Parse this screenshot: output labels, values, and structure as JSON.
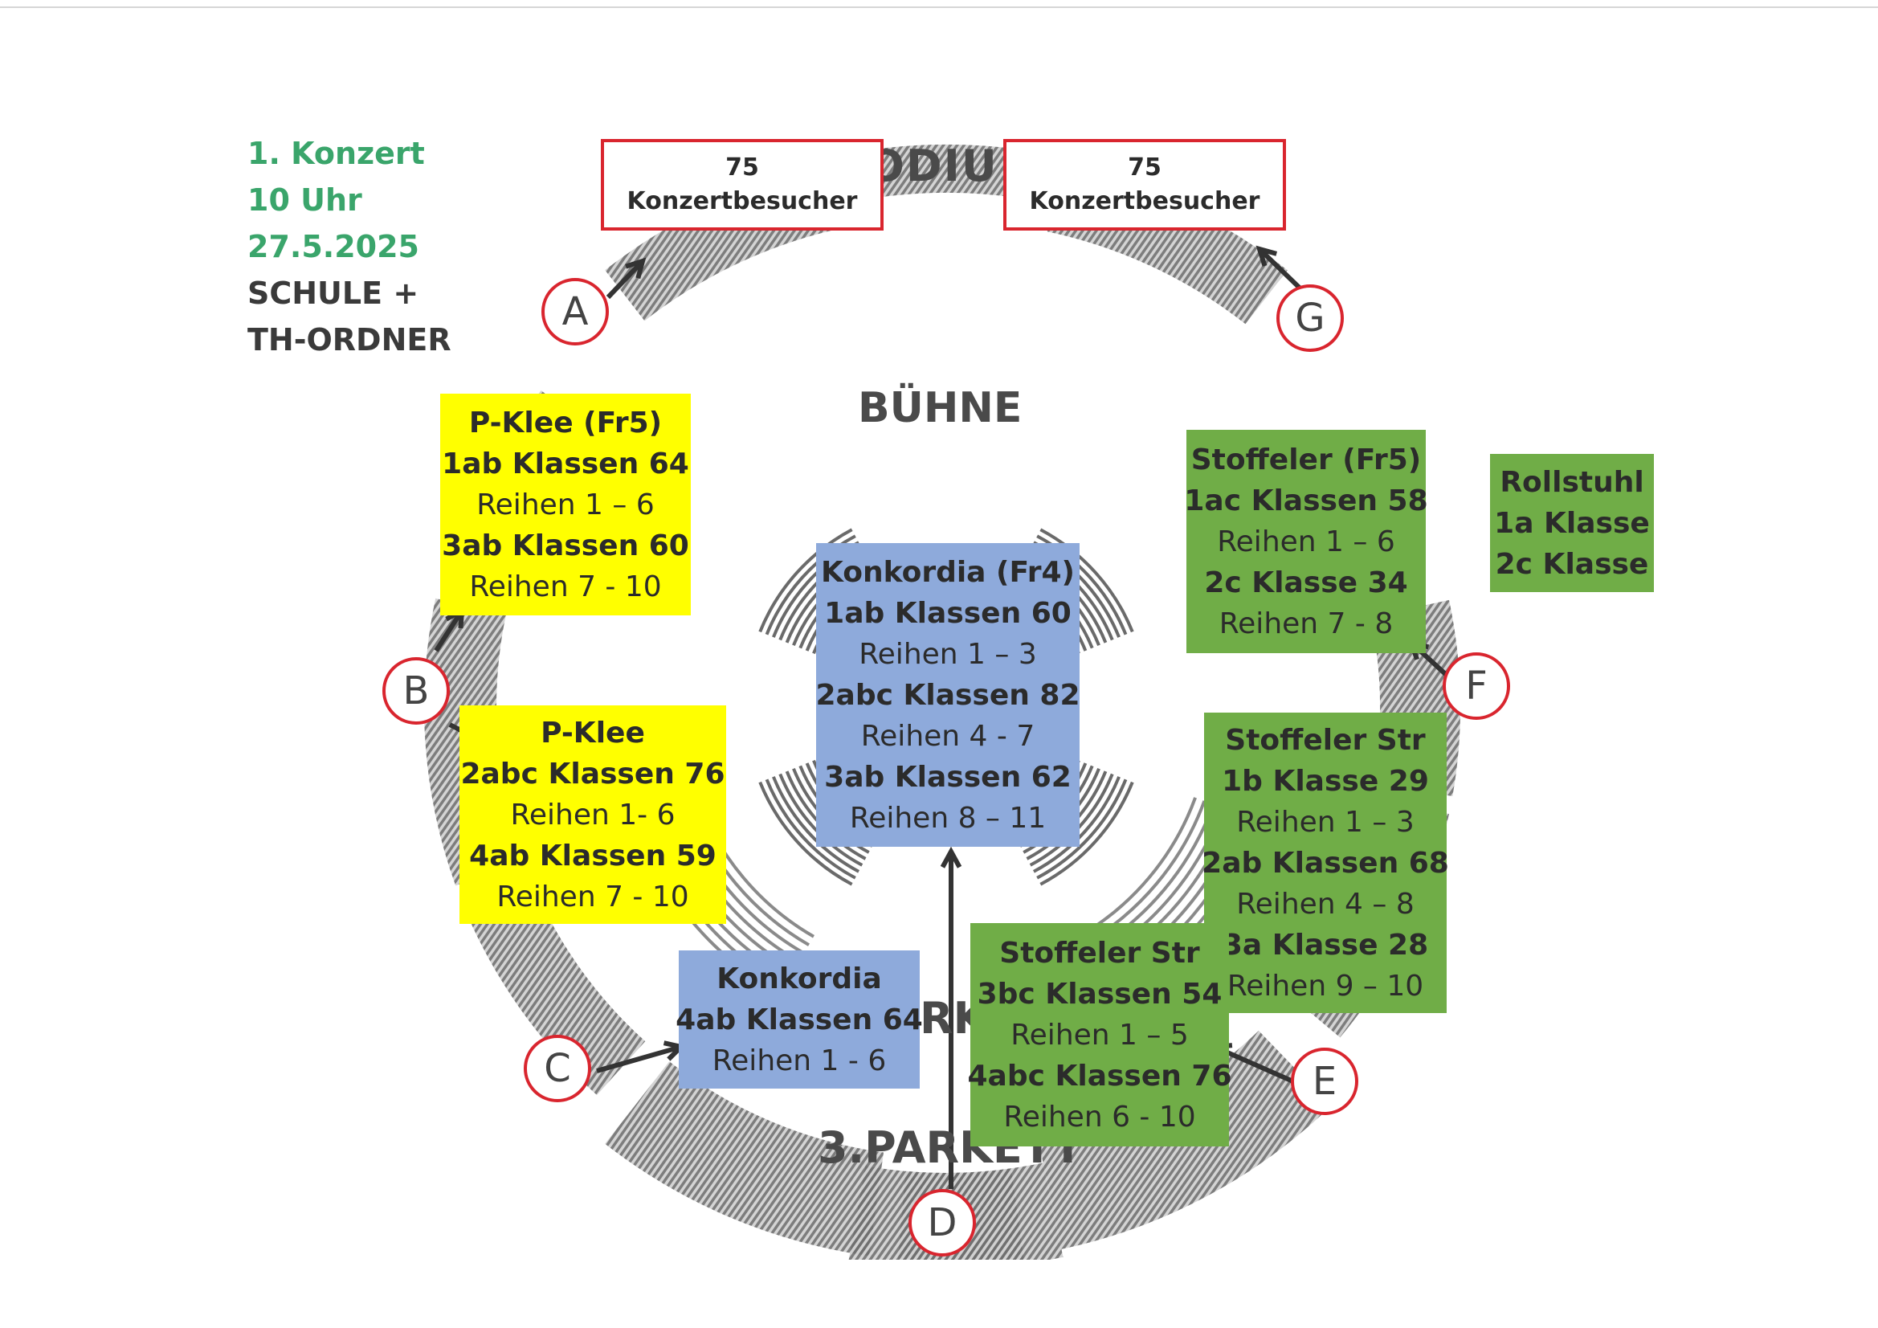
{
  "concert_info": {
    "line1": "1. Konzert",
    "line2": "10 Uhr",
    "line3": "27.5.2025",
    "line4": "SCHULE +",
    "line5": "TH-ORDNER",
    "accent_color": "#3aa56b"
  },
  "hall_labels": {
    "podium_fragment": "ODIU",
    "stage": "BÜHNE",
    "parkett_fragment": "RK",
    "parkett3": "3.PARKETT"
  },
  "top_boxes": [
    {
      "count": "75",
      "label": "Konzertbesucher"
    },
    {
      "count": "75",
      "label": "Konzertbesucher"
    }
  ],
  "entrances": [
    "A",
    "B",
    "C",
    "D",
    "E",
    "F",
    "G"
  ],
  "seating_blocks": {
    "pklee_fr5": {
      "title": "P-Klee (Fr5)",
      "l1": "1ab Klassen 64",
      "l2": "Reihen 1 – 6",
      "l3": "3ab Klassen 60",
      "l4": "Reihen 7 - 10"
    },
    "pklee": {
      "title": "P-Klee",
      "l1": "2abc Klassen 76",
      "l2": "Reihen 1- 6",
      "l3": "4ab Klassen 59",
      "l4": "Reihen 7 - 10"
    },
    "konkordia_fr4": {
      "title": "Konkordia (Fr4)",
      "l1": "1ab Klassen 60",
      "l2": "Reihen 1 – 3",
      "l3": "2abc Klassen 82",
      "l4": "Reihen 4 - 7",
      "l5": "3ab Klassen 62",
      "l6": "Reihen 8 – 11"
    },
    "konkordia": {
      "title": "Konkordia",
      "l1": "4ab Klassen 64",
      "l2": "Reihen 1 - 6"
    },
    "stoffeler_fr5": {
      "title": "Stoffeler (Fr5)",
      "l1": "1ac Klassen 58",
      "l2": "Reihen 1 – 6",
      "l3": "2c Klasse 34",
      "l4": "Reihen 7 - 8"
    },
    "rollstuhl": {
      "title": "Rollstuhl",
      "l1": "1a Klasse",
      "l2": "2c Klasse"
    },
    "stoffeler_str_1": {
      "title": "Stoffeler Str",
      "l1": "1b Klasse 29",
      "l2": "Reihen 1 – 3",
      "l3": "2ab Klassen 68",
      "l4": "Reihen 4 – 8",
      "l5": "3a Klasse 28",
      "l6": "Reihen 9 – 10"
    },
    "stoffeler_str_2": {
      "title": "Stoffeler Str",
      "l1": "3bc Klassen 54",
      "l2": "Reihen 1 – 5",
      "l3": "4abc Klassen 76",
      "l4": "Reihen 6 - 10"
    }
  },
  "colors": {
    "yellow": "#ffff00",
    "blue": "#8eaadb",
    "green": "#70ad47",
    "entrance_red": "#d9252e"
  }
}
